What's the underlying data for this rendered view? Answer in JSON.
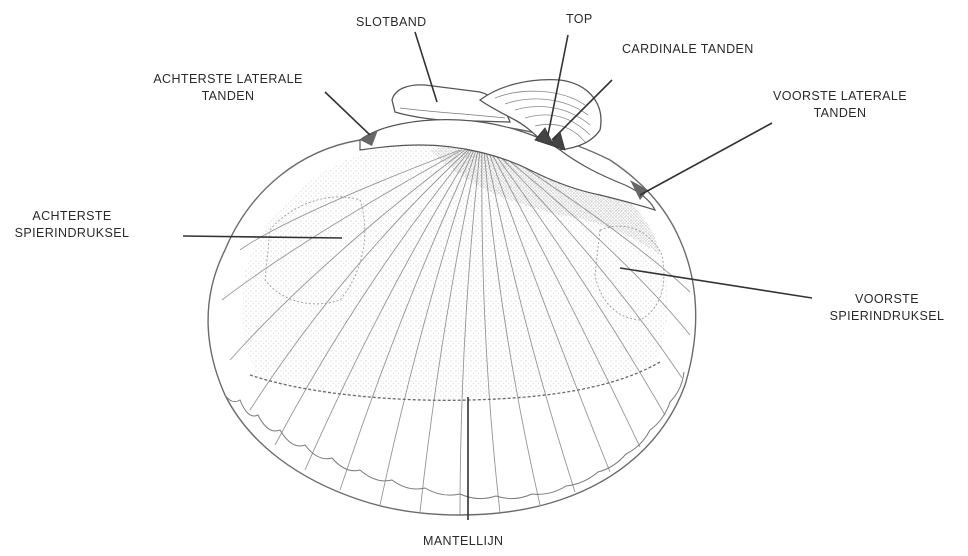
{
  "labels": {
    "slotband": "SLOTBAND",
    "top": "TOP",
    "cardinale_tanden": "CARDINALE TANDEN",
    "achterste_laterale_tanden": [
      "ACHTERSTE LATERALE",
      "TANDEN"
    ],
    "voorste_laterale_tanden": [
      "VOORSTE LATERALE",
      "TANDEN"
    ],
    "achterste_spierindruksel": [
      "ACHTERSTE",
      "SPIERINDRUKSEL"
    ],
    "voorste_spierindruksel": [
      "VOORSTE",
      "SPIERINDRUKSEL"
    ],
    "mantellijn": "MANTELLIJN"
  },
  "colors": {
    "ink": "#2a2a2a",
    "shell_stroke": "#6b6b6b",
    "leader": "#333333",
    "background": "#ffffff"
  }
}
